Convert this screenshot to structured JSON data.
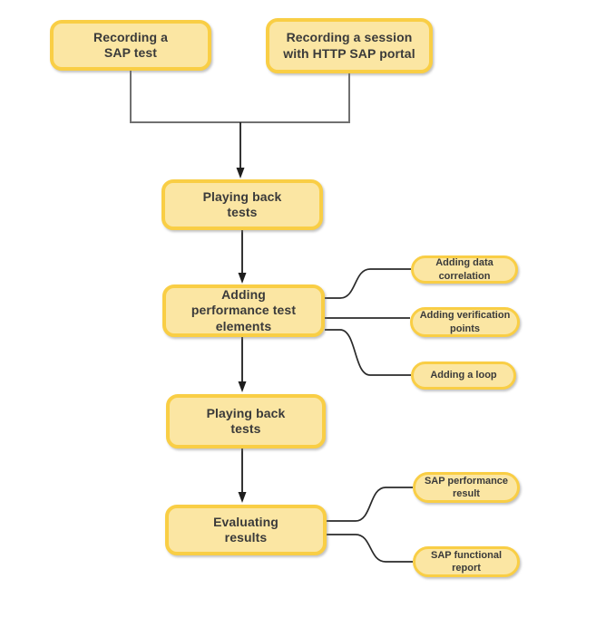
{
  "diagram": {
    "type": "flowchart",
    "palette": {
      "node_fill": "#FBE6A3",
      "node_border": "#F9CE45",
      "text_color": "#3A3A3A",
      "merge_line_color": "#707070",
      "arrow_color": "#1E1E1E"
    },
    "nodes": {
      "recording_sap_test": "Recording a\nSAP test",
      "recording_http_session": "Recording a session\nwith HTTP SAP portal",
      "playing_back_tests_1": "Playing back\ntests",
      "adding_performance_test_elements": "Adding\nperformance test\nelements",
      "playing_back_tests_2": "Playing back\ntests",
      "evaluating_results": "Evaluating\nresults",
      "adding_data_correlation": "Adding data\ncorrelation",
      "adding_verification_points": "Adding verification\npoints",
      "adding_a_loop": "Adding a loop",
      "sap_performance_result": "SAP performance\nresult",
      "sap_functional_report": "SAP functional\nreport"
    }
  }
}
